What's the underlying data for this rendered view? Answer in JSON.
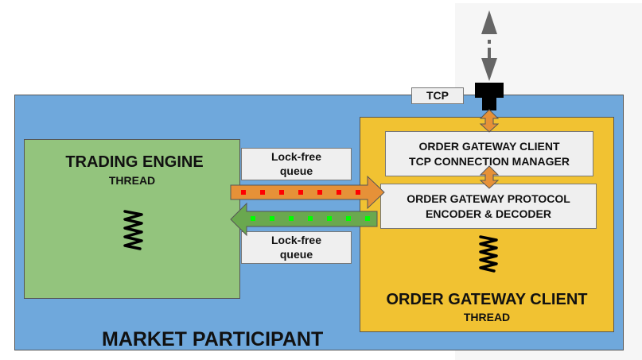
{
  "market_participant": {
    "label": "MARKET PARTICIPANT"
  },
  "tcp": {
    "label": "TCP"
  },
  "trading_engine": {
    "title": "TRADING ENGINE",
    "subtitle": "THREAD"
  },
  "queue_top": {
    "line1": "Lock-free",
    "line2": "queue"
  },
  "queue_bottom": {
    "line1": "Lock-free",
    "line2": "queue"
  },
  "ogc_thread": {
    "title": "ORDER GATEWAY CLIENT",
    "subtitle": "THREAD"
  },
  "tcp_manager": {
    "line1": "ORDER GATEWAY CLIENT",
    "line2": "TCP CONNECTION MANAGER"
  },
  "protocol": {
    "line1": "ORDER GATEWAY PROTOCOL",
    "line2": "ENCODER & DECODER"
  },
  "colors": {
    "participant_bg": "#6fa8dc",
    "engine_bg": "#93c47d",
    "gateway_bg": "#f1c232",
    "outbound_arrow": "#e69138",
    "inbound_arrow": "#6aa84f",
    "outbound_dots": "#ff0000",
    "inbound_dots": "#00ff00"
  }
}
